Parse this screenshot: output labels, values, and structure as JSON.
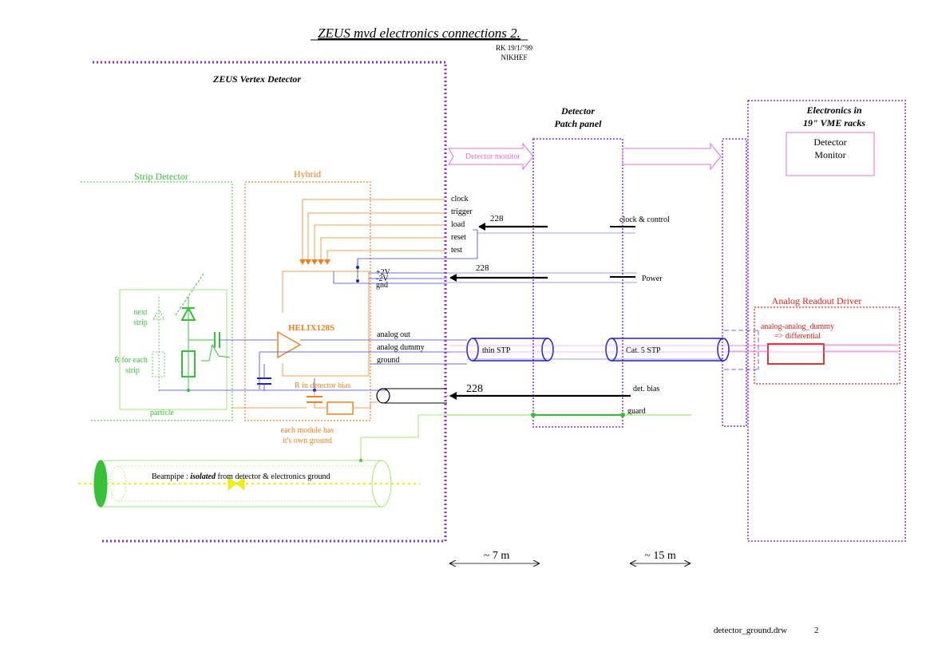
{
  "title": "ZEUS mvd electronics connections 2.",
  "meta": {
    "author_date": "RK 19/1/\"99",
    "institute": "NIKHEF"
  },
  "footer": {
    "filename": "detector_ground.drw",
    "page": "2"
  },
  "regions": {
    "vertex": "ZEUS Vertex Detector",
    "patch_line1": "Detector",
    "patch_line2": "Patch panel",
    "vme_line1": "Electronics in",
    "vme_line2": "19\" VME racks"
  },
  "strip": {
    "label": "Strip Detector",
    "next_strip_1": "next",
    "next_strip_2": "strip",
    "rfor_1": "R for each",
    "rfor_2": "strip",
    "particle": "particle"
  },
  "hybrid": {
    "label": "Hybrid",
    "chip": "HELIX128S",
    "r_bias": "R in detector bias",
    "module_1": "each module has",
    "module_2": "it's own ground"
  },
  "signals": {
    "control": [
      "clock",
      "trigger",
      "load",
      "reset",
      "test"
    ],
    "power": [
      "+2V",
      "-2V",
      "gnd"
    ],
    "analog": [
      "analog out",
      "analog dummy",
      "ground"
    ],
    "detector_monitor": "Detector monitor"
  },
  "patch": {
    "count_control": "228",
    "count_power": "228",
    "count_bias": "228",
    "clock_control": "clock & control",
    "power": "Power",
    "det_bias": "det. bias",
    "guard": "guard"
  },
  "cables": {
    "thin_stp": "thin STP",
    "cat5": "Cat. 5 STP"
  },
  "vme": {
    "monitor_1": "Detector",
    "monitor_2": "Monitor",
    "ard": "Analog Readout Driver",
    "dummy_1": "analog-analog_dummy",
    "dummy_2": "=> differential"
  },
  "beampipe": {
    "prefix": "Beampipe : ",
    "isolated": "isolated",
    "suffix": " from detector & electronics ground"
  },
  "distances": {
    "d1": "~ 7 m",
    "d2": "~ 15 m"
  },
  "colors": {
    "purple": "#8a2be2",
    "magenta": "#e070e0",
    "orange": "#f08020",
    "green": "#38c038",
    "lightgreen": "#88e050",
    "blue": "#4040d0",
    "red": "#e02020",
    "yellow": "#f0f000"
  }
}
